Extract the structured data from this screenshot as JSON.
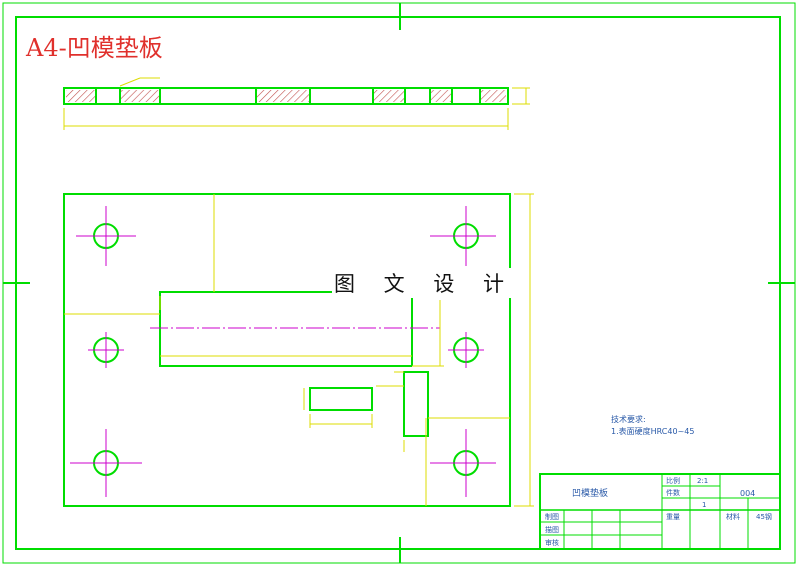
{
  "drawing": {
    "title": "A4-凹模垫板",
    "watermark": "图 文 设 计"
  },
  "notes": {
    "heading": "技术要求:",
    "line1": "1.表面硬度HRC40~45"
  },
  "title_block": {
    "part_name": "凹模垫板",
    "scale_label": "比例",
    "scale_value": "2:1",
    "qty_label": "件数",
    "qty_value": "1",
    "drawing_no": "004",
    "weight_label": "重量",
    "material_label": "材料",
    "material_value": "45钢",
    "drawn_label": "制图",
    "checked_label": "描图",
    "approved_label": "审核"
  },
  "colors": {
    "outline": "#00dd00",
    "dimension": "#dddd00",
    "centerline": "#cc00cc",
    "title": "#e0302c",
    "notes": "#2a5aa8"
  }
}
